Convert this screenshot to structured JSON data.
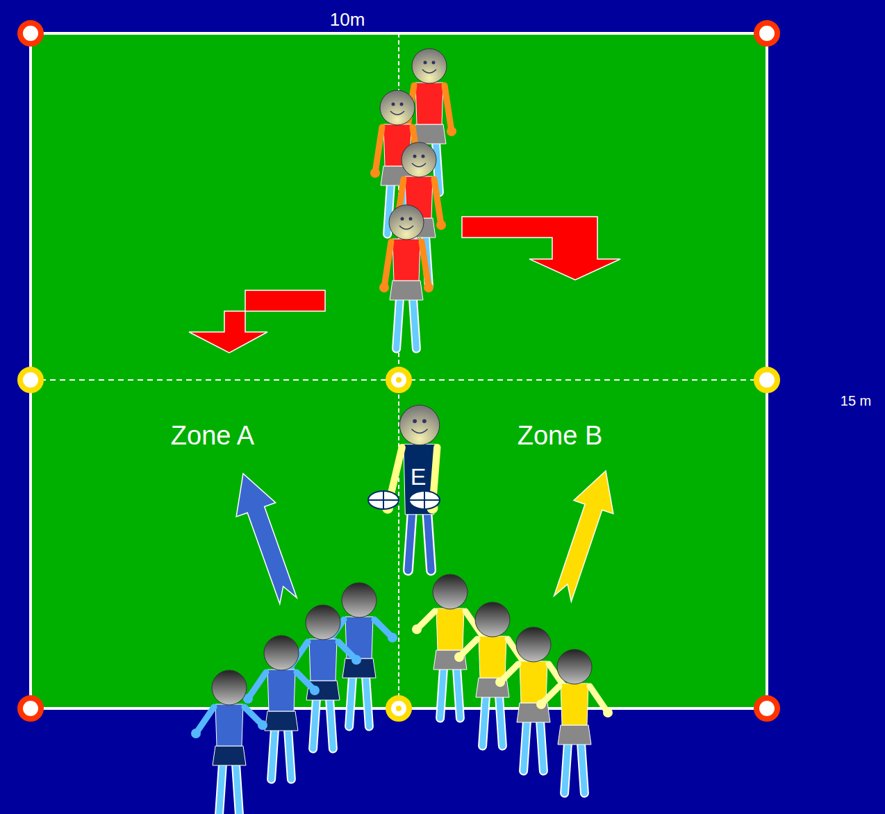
{
  "diagram": {
    "labels": [
      "10m",
      "15 m",
      "Zone A",
      "Zone B",
      "E"
    ]
  }
}
